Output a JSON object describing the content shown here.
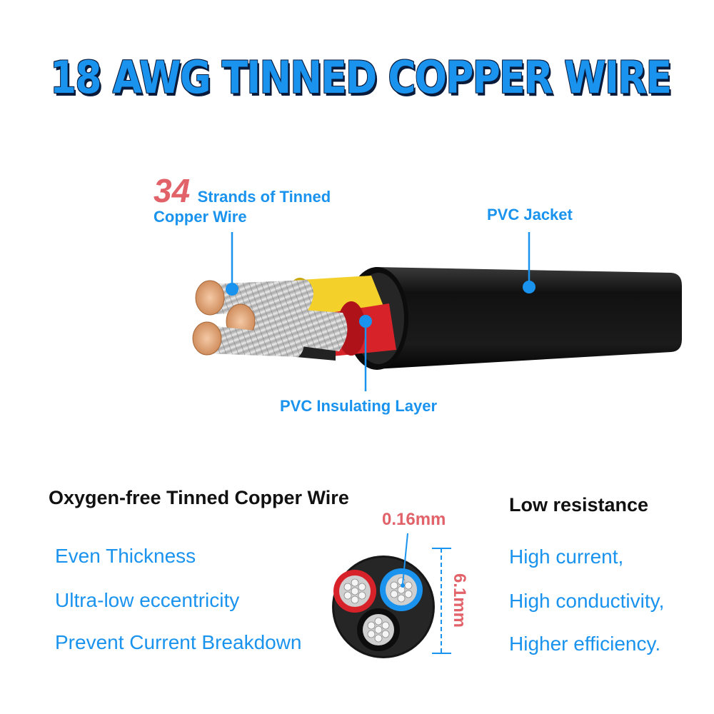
{
  "title": "18 AWG TINNED COPPER WIRE",
  "callouts": {
    "strands_count": "34",
    "strands_text_line1": "Strands of Tinned",
    "strands_text_line2": "Copper Wire",
    "jacket": "PVC Jacket",
    "insulating": "PVC Insulating Layer"
  },
  "left_section": {
    "heading": "Oxygen-free Tinned Copper Wire",
    "features": [
      "Even Thickness",
      "Ultra-low eccentricity",
      "Prevent Current Breakdown"
    ]
  },
  "right_section": {
    "heading": "Low resistance",
    "features": [
      "High current,",
      "High conductivity,",
      "Higher efficiency."
    ]
  },
  "dimensions": {
    "strand_diameter": "0.16mm",
    "cable_diameter": "6.1mm"
  },
  "colors": {
    "accent_blue": "#1a93ee",
    "accent_red": "#e2626a",
    "jacket_black": "#1b1b1b"
  }
}
